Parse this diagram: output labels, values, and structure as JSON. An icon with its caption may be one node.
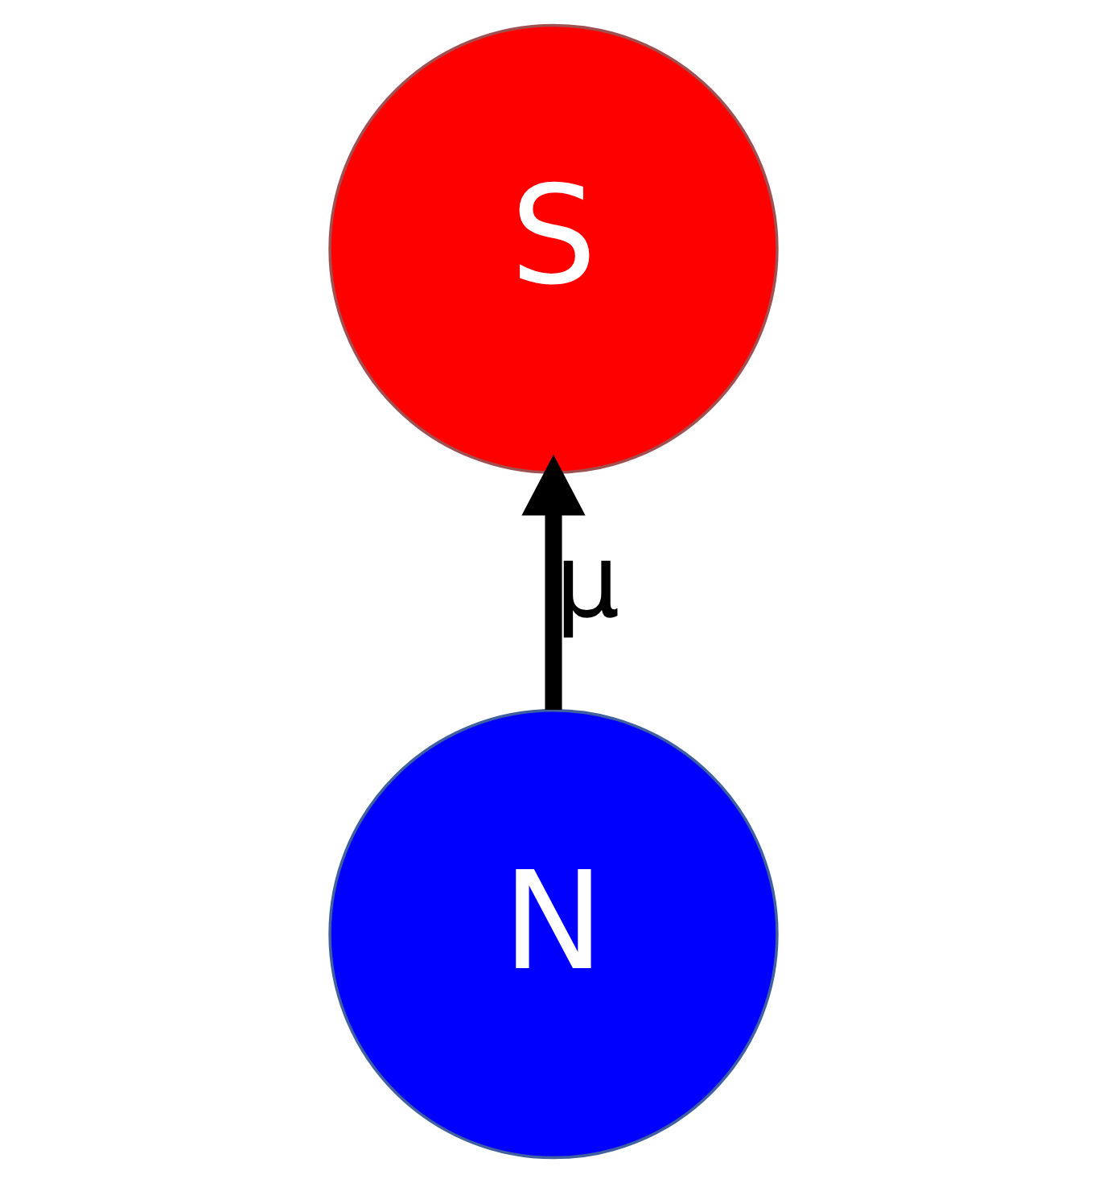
{
  "diagram": {
    "nodes": [
      {
        "text": [
          "S"
        ]
      },
      {
        "text": [
          "N"
        ]
      }
    ],
    "edges": [
      {
        "from": 1,
        "to": 0,
        "arrow": "to",
        "label": "μ"
      }
    ]
  }
}
